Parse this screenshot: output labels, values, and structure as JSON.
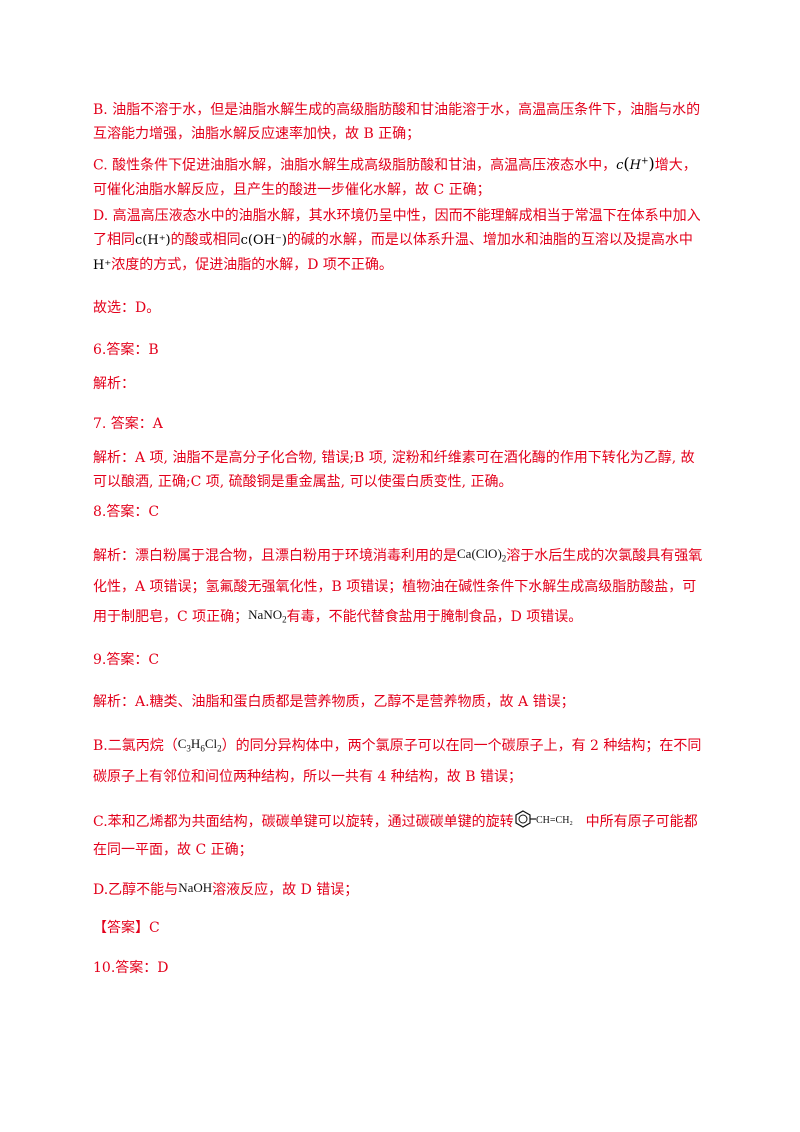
{
  "sections": {
    "B": "B. 油脂不溶于水，但是油脂水解生成的高级脂肪酸和甘油能溶于水，高温高压条件下，油脂与水的互溶能力增强，油脂水解反应速率加快，故 B 正确；",
    "C_pre": "C. 酸性条件下促进油脂水解，油脂水解生成高级脂肪酸和甘油，高温高压液态水中，",
    "C_post": "增大，可催化油脂水解反应，且产生的酸进一步催化水解，故 C 正确；",
    "D_1": "D. 高温高压液态水中的油脂水解，其水环境仍呈中性，因而不能理解成相当于常温下在体系中加入了相同",
    "D_2": "的酸或相同",
    "D_3": "的碱的水解，而是以体系升温、增加水和油脂的互溶以及提高水中",
    "D_4": "浓度的方式，促进油脂的水解，D 项不正确。",
    "select": "故选：D。"
  },
  "math": {
    "c": "c",
    "H": "H",
    "plus": "+",
    "cH": "c(H⁺)",
    "cOH": "c(OH⁻)",
    "Hplus": "H⁺"
  },
  "q6": {
    "answer": "6.答案：B",
    "analysis": "解析："
  },
  "q7": {
    "answer": "7. 答案：A",
    "analysis": "解析：A 项, 油脂不是高分子化合物, 错误;B 项, 淀粉和纤维素可在酒化酶的作用下转化为乙醇, 故可以酿酒, 正确;C 项, 硫酸铜是重金属盐, 可以使蛋白质变性, 正确。"
  },
  "q8": {
    "answer": "8.答案：C",
    "a1": "解析：漂白粉属于混合物，且漂白粉用于环境消毒利用的是",
    "f1": "Ca(ClO)",
    "f1sub": "2",
    "a2": "溶于水后生成的次氯酸具有强氧化性，A 项错误；氢氟酸无强氧化性，B 项错误；植物油在碱性条件下水解生成高级脂肪酸盐，可用于制肥皂，C 项正确；",
    "f2": "NaNO",
    "f2sub": "2",
    "a3": "有毒，不能代替食盐用于腌制食品，D 项错误。"
  },
  "q9": {
    "answer": "9.答案：C",
    "A": "解析：A.糖类、油脂和蛋白质都是营养物质，乙醇不是营养物质，故 A 错误；",
    "B_pre": "B.二氯丙烷（",
    "B_f": [
      "C",
      "3",
      "H",
      "6",
      "Cl",
      "2"
    ],
    "B_post": "）的同分异构体中，两个氯原子可以在同一个碳原子上，有 2 种结构；在不同碳原子上有邻位和间位两种结构，所以一共有 4 种结构，故 B 错误；",
    "C_pre": "C.苯和乙烯都为共面结构，碳碳单键可以旋转，通过碳碳单键的旋转",
    "C_struct": "CH=CH₂",
    "C_post": "中所有原子可能都在同一平面，故 C 正确；",
    "D_pre": "D.乙醇不能与",
    "D_f": "NaOH",
    "D_post": "溶液反应，故 D 错误；",
    "final": "【答案】C"
  },
  "q10": {
    "answer": "10.答案：D"
  }
}
